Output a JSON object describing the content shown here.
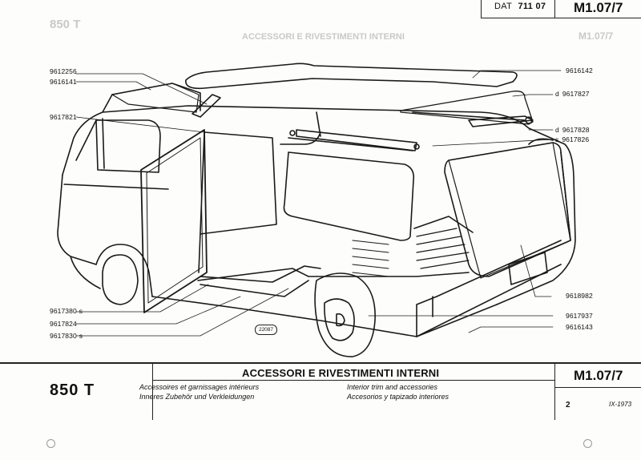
{
  "header": {
    "dat_label": "DAT",
    "dat_number": "711 07",
    "code": "M1.07/7",
    "ghost_model": "850 T",
    "ghost_title": "ACCESSORI E RIVESTIMENTI INTERNI",
    "ghost_code": "M1.07/7"
  },
  "callouts_left": [
    {
      "number": "9612256",
      "suffix": ""
    },
    {
      "number": "9616141",
      "suffix": ""
    },
    {
      "number": "9617821",
      "suffix": ""
    },
    {
      "number": "9617380",
      "suffix": "s"
    },
    {
      "number": "9617824",
      "suffix": ""
    },
    {
      "number": "9617830",
      "suffix": "s"
    }
  ],
  "callouts_right": [
    {
      "number": "9616142",
      "suffix": ""
    },
    {
      "number": "9617827",
      "suffix": "d"
    },
    {
      "number": "9617828",
      "suffix": "d"
    },
    {
      "number": "9617826",
      "suffix": "s"
    },
    {
      "number": "9618982",
      "suffix": ""
    },
    {
      "number": "9617937",
      "suffix": ""
    },
    {
      "number": "9616143",
      "suffix": ""
    }
  ],
  "drawing_ref": "22087",
  "footer": {
    "model": "850 T",
    "title": "ACCESSORI E RIVESTIMENTI INTERNI",
    "subtitle_fr": "Accessoires et garnissages intérieurs",
    "subtitle_de": "Inneres Zubehör und Verkleidungen",
    "subtitle_en": "Interior trim and accessories",
    "subtitle_es": "Accesorios y tapizado interiores",
    "code": "M1.07/7",
    "page": "2",
    "date": "IX-1973"
  }
}
